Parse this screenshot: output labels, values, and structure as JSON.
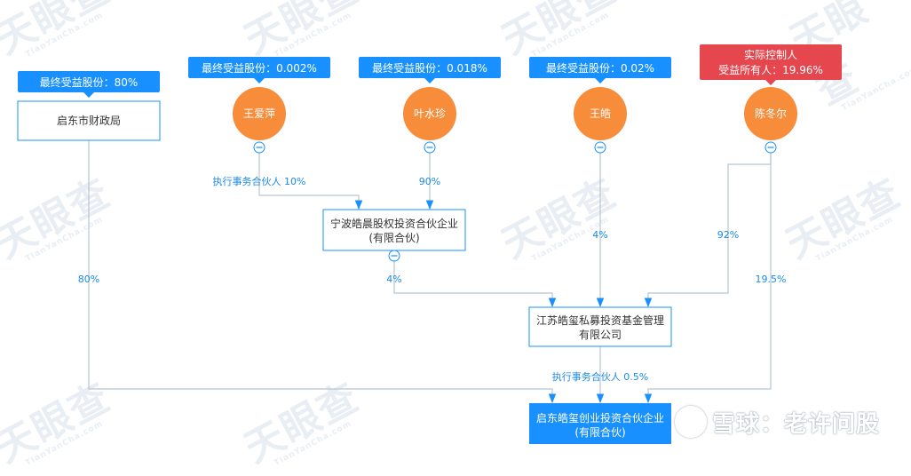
{
  "watermark": {
    "text": "天眼查",
    "subtext": "TianYanCha.com"
  },
  "brand_watermark": {
    "text": "雪球：老许问股",
    "icon": "snowball-logo-icon"
  },
  "colors": {
    "line": "#b7c4d3",
    "arrow": "#1890ff",
    "person": "#f78c3a",
    "tag": "#1890ff",
    "controller_tag": "#e6474f",
    "node_border": "#1890ff",
    "target": "#1890ff",
    "percent_text": "#1b8ae6"
  },
  "tags": {
    "caizheng": "最终受益股份：80%",
    "wang_aiping": "最终受益股份：0.002%",
    "ye_shuizhen": "最终受益股份：0.018%",
    "wang_hao": "最终受益股份：0.02%",
    "chen_dong_line1": "实际控制人",
    "chen_dong_line2": "受益所有人：19.96%"
  },
  "nodes": {
    "caizheng": "启东市财政局",
    "wang_aiping": "王爱萍",
    "ye_shuizhen": "叶水珍",
    "wang_hao": "王皓",
    "chen_dong": "陈冬尔",
    "ningbo_line1": "宁波皓晨股权投资合伙企业",
    "ningbo_line2": "(有限合伙)",
    "jiangsu_line1": "江苏皓玺私募投资基金管理",
    "jiangsu_line2": "有限公司",
    "target_line1": "启东皓玺创业投资合伙企业",
    "target_line2": "(有限合伙)"
  },
  "edge_labels": {
    "wang_aiping_to_ningbo": "执行事务合伙人 10%",
    "ye_shuizhen_to_ningbo": "90%",
    "wang_hao_to_jiangsu": "4%",
    "chen_dong_to_jiangsu": "92%",
    "caizheng_to_target": "80%",
    "ningbo_to_jiangsu": "4%",
    "chen_dong_to_target": "19.5%",
    "jiangsu_to_target": "执行事务合伙人 0.5%"
  },
  "collapse_symbol": "−"
}
